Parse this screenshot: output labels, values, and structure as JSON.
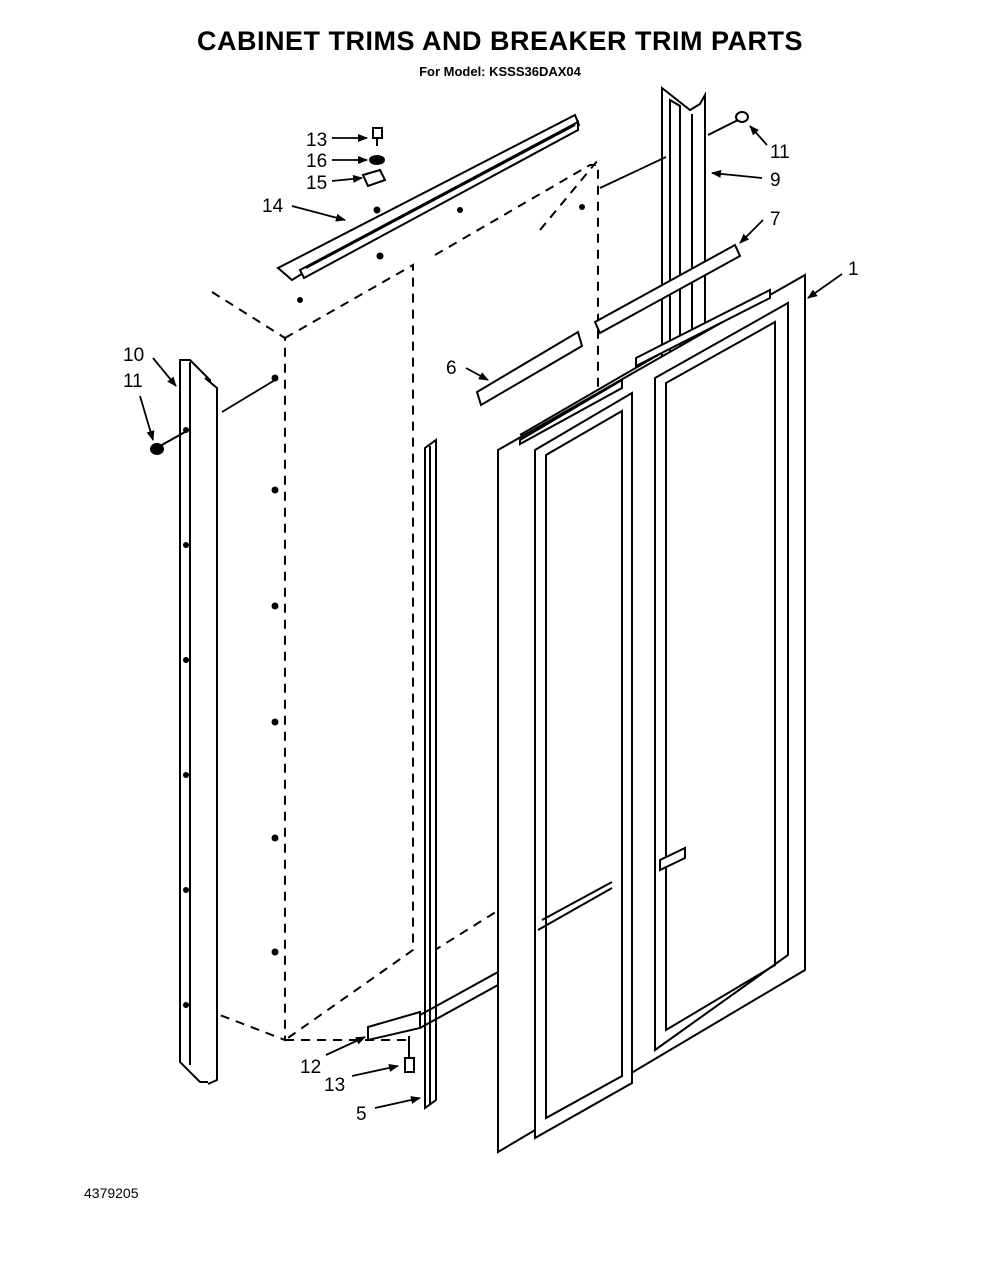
{
  "header": {
    "title": "CABINET TRIMS AND BREAKER TRIM PARTS",
    "subtitle": "For Model: KSSS36DAX04"
  },
  "footer": {
    "document_number": "4379205"
  },
  "callouts": {
    "c13_top": "13",
    "c16": "16",
    "c15": "15",
    "c14": "14",
    "c11_right": "11",
    "c9": "9",
    "c7": "7",
    "c1": "1",
    "c10": "10",
    "c11_left": "11",
    "c6": "6",
    "c12": "12",
    "c13_bottom": "13",
    "c5": "5"
  }
}
